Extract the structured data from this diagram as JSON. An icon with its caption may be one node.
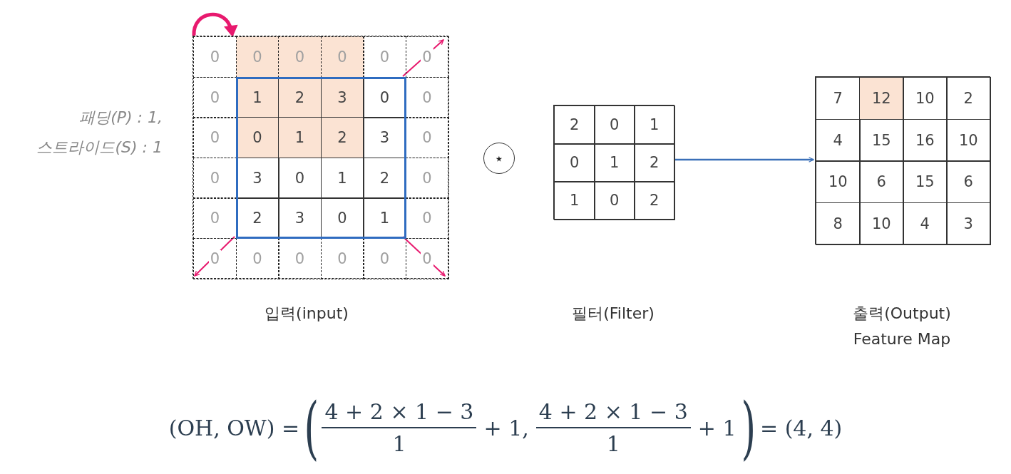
{
  "diagram": {
    "nodes": [
      {
        "text": [],
        "shape": "box"
      },
      {
        "text": [
          "⋆"
        ]
      },
      {
        "text": [],
        "shape": "box"
      },
      {
        "text": [],
        "shape": "box"
      }
    ],
    "edges": [
      {
        "from": 2,
        "to": 3,
        "arrow": "to",
        "color": "#3a6fb8"
      }
    ],
    "labels": [
      "패딩(P) : 1,",
      "스트라이드(S) : 1",
      "0",
      "0",
      "0",
      "0",
      "0",
      "0",
      "0",
      "1",
      "2",
      "3",
      "0",
      "0",
      "0",
      "0",
      "1",
      "2",
      "3",
      "0",
      "0",
      "3",
      "0",
      "1",
      "2",
      "0",
      "0",
      "2",
      "3",
      "0",
      "1",
      "0",
      "0",
      "0",
      "0",
      "0",
      "0",
      "0",
      "2",
      "0",
      "1",
      "0",
      "1",
      "2",
      "1",
      "0",
      "2",
      "7",
      "12",
      "10",
      "2",
      "4",
      "15",
      "16",
      "10",
      "10",
      "6",
      "15",
      "6",
      "8",
      "10",
      "4",
      "3",
      "(OH, OW) =",
      "(",
      "4 + 2 × 1 − 3",
      "1",
      "+ 1,",
      "4 + 2 × 1 − 3",
      "1",
      "+ 1",
      ")",
      "= (4, 4)",
      "입력(input)",
      "필터(Filter)",
      "출력(Output) Feature Map"
    ]
  }
}
